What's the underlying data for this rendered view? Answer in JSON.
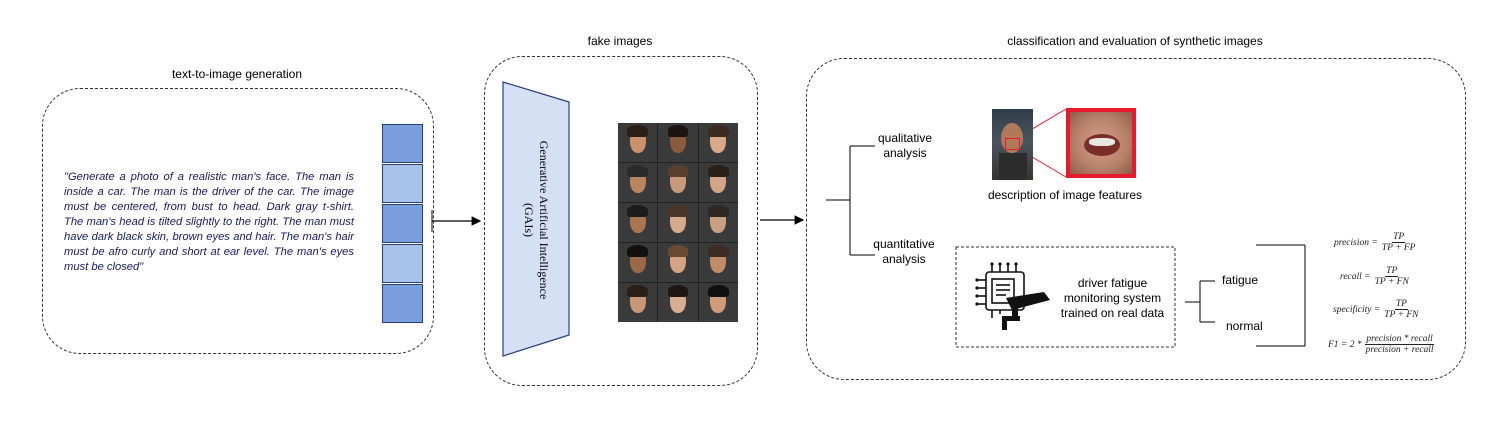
{
  "sections": {
    "text_to_image": {
      "title": "text-to-image generation"
    },
    "fake_images": {
      "title": "fake images"
    },
    "classification": {
      "title": "classification and evaluation of synthetic images"
    }
  },
  "prompt_text": "\"Generate a photo of a realistic man's face. The man is inside a car. The man is the driver of the car. The image must be centered, from bust to head. Dark gray t-shirt. The man's head is tilted slightly to the right. The man must have dark black skin, brown eyes and hair. The man's hair must be afro curly and short at ear level. The man's eyes must be closed\"",
  "embedding_stack": {
    "colors": [
      "#7a9fdc",
      "#a8c3ea",
      "#7a9fdc",
      "#a8c3ea",
      "#7a9fdc"
    ]
  },
  "gai_block": {
    "line1": "Generative Artificial Intelligence",
    "line2": "(GAIs)",
    "fill": "#d4e0f4"
  },
  "branches": {
    "qualitative": {
      "line1": "qualitative",
      "line2": "analysis"
    },
    "quantitative": {
      "line1": "quantitative",
      "line2": "analysis"
    }
  },
  "image_features_caption": "description of image features",
  "zoom_highlight_color": "#e8192c",
  "monitoring_system": {
    "line1": "driver fatigue",
    "line2": "monitoring system",
    "line3": "trained on real data"
  },
  "outputs": {
    "fatigue": "fatigue",
    "normal": "normal"
  },
  "metrics": {
    "precision": {
      "lhs": "precision =",
      "num": "TP",
      "den": "TP + FP"
    },
    "recall": {
      "lhs": "recall =",
      "num": "TP",
      "den": "TP + FN"
    },
    "specificity": {
      "lhs": "specificity =",
      "num": "TP",
      "den": "TP + FN"
    },
    "f1": {
      "lhs": "F1 = 2 *",
      "num": "precision * recall",
      "den": "precision + recall"
    }
  },
  "face_palette": [
    {
      "skin": "#c9916c",
      "hair": "#2b1e16"
    },
    {
      "skin": "#8a5a3c",
      "hair": "#1b1410"
    },
    {
      "skin": "#d8a888",
      "hair": "#3a2a20"
    },
    {
      "skin": "#b88560",
      "hair": "#2a2a2a"
    },
    {
      "skin": "#c79a7c",
      "hair": "#5a3f2d"
    },
    {
      "skin": "#d2a588",
      "hair": "#2b2018"
    },
    {
      "skin": "#a8764f",
      "hair": "#1c1c1c"
    },
    {
      "skin": "#d6a98a",
      "hair": "#4b3527"
    },
    {
      "skin": "#caa084",
      "hair": "#2e2620"
    },
    {
      "skin": "#9a6a48",
      "hair": "#141010"
    },
    {
      "skin": "#d5a283",
      "hair": "#6a4a32"
    },
    {
      "skin": "#c08b68",
      "hair": "#3b2b22"
    },
    {
      "skin": "#c69776",
      "hair": "#2c1f18"
    },
    {
      "skin": "#d9ae90",
      "hair": "#1e1714"
    },
    {
      "skin": "#cf9c7b",
      "hair": "#101010"
    }
  ]
}
